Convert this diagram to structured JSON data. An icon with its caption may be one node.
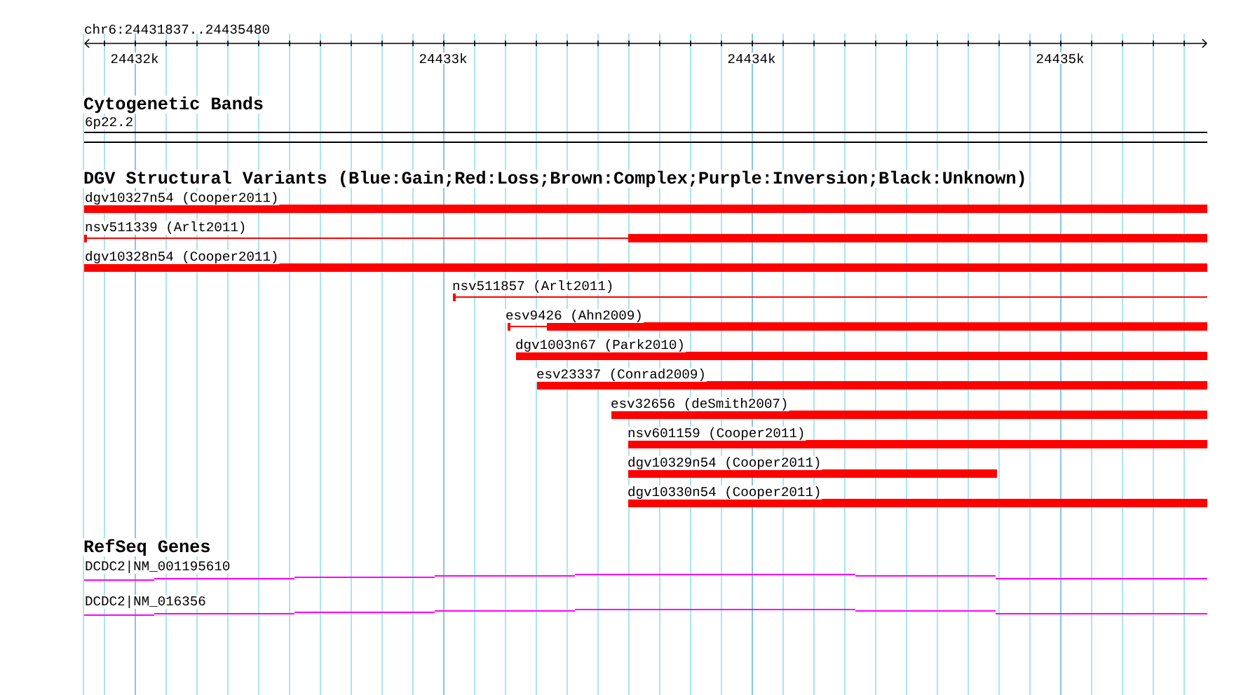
{
  "diagram": {
    "nodes": [
      {
        "text": [
          "dgv10327n54 (Cooper2011)"
        ]
      },
      {
        "text": [
          "nsv511339 (Arlt2011)"
        ]
      },
      {
        "text": [
          "dgv10328n54 (Cooper2011)"
        ]
      },
      {
        "text": [
          "nsv511857 (Arlt2011)"
        ]
      },
      {
        "text": [
          "esv9426 (Ahn2009)"
        ]
      },
      {
        "text": [
          "dgv1003n67 (Park2010)"
        ]
      },
      {
        "text": [
          "esv23337 (Conrad2009)"
        ]
      },
      {
        "text": [
          "esv32656 (deSmith2007)"
        ]
      },
      {
        "text": [
          "nsv601159 (Cooper2011)"
        ]
      },
      {
        "text": [
          "dgv10329n54 (Cooper2011)"
        ]
      },
      {
        "text": [
          "dgv10330n54 (Cooper2011)"
        ]
      },
      {
        "text": [
          "DCDC2|NM_001195610"
        ]
      },
      {
        "text": [
          "DCDC2|NM_016356"
        ]
      }
    ],
    "labels": [
      "chr6:24431837..24435480",
      "24432k",
      "24433k",
      "24434k",
      "24435k",
      "Cytogenetic Bands",
      "6p22.2",
      "DGV Structural Variants (Blue:Gain;Red:Loss;Brown:Complex;Purple:Inversion;Black:Unknown)",
      "RefSeq Genes"
    ]
  }
}
